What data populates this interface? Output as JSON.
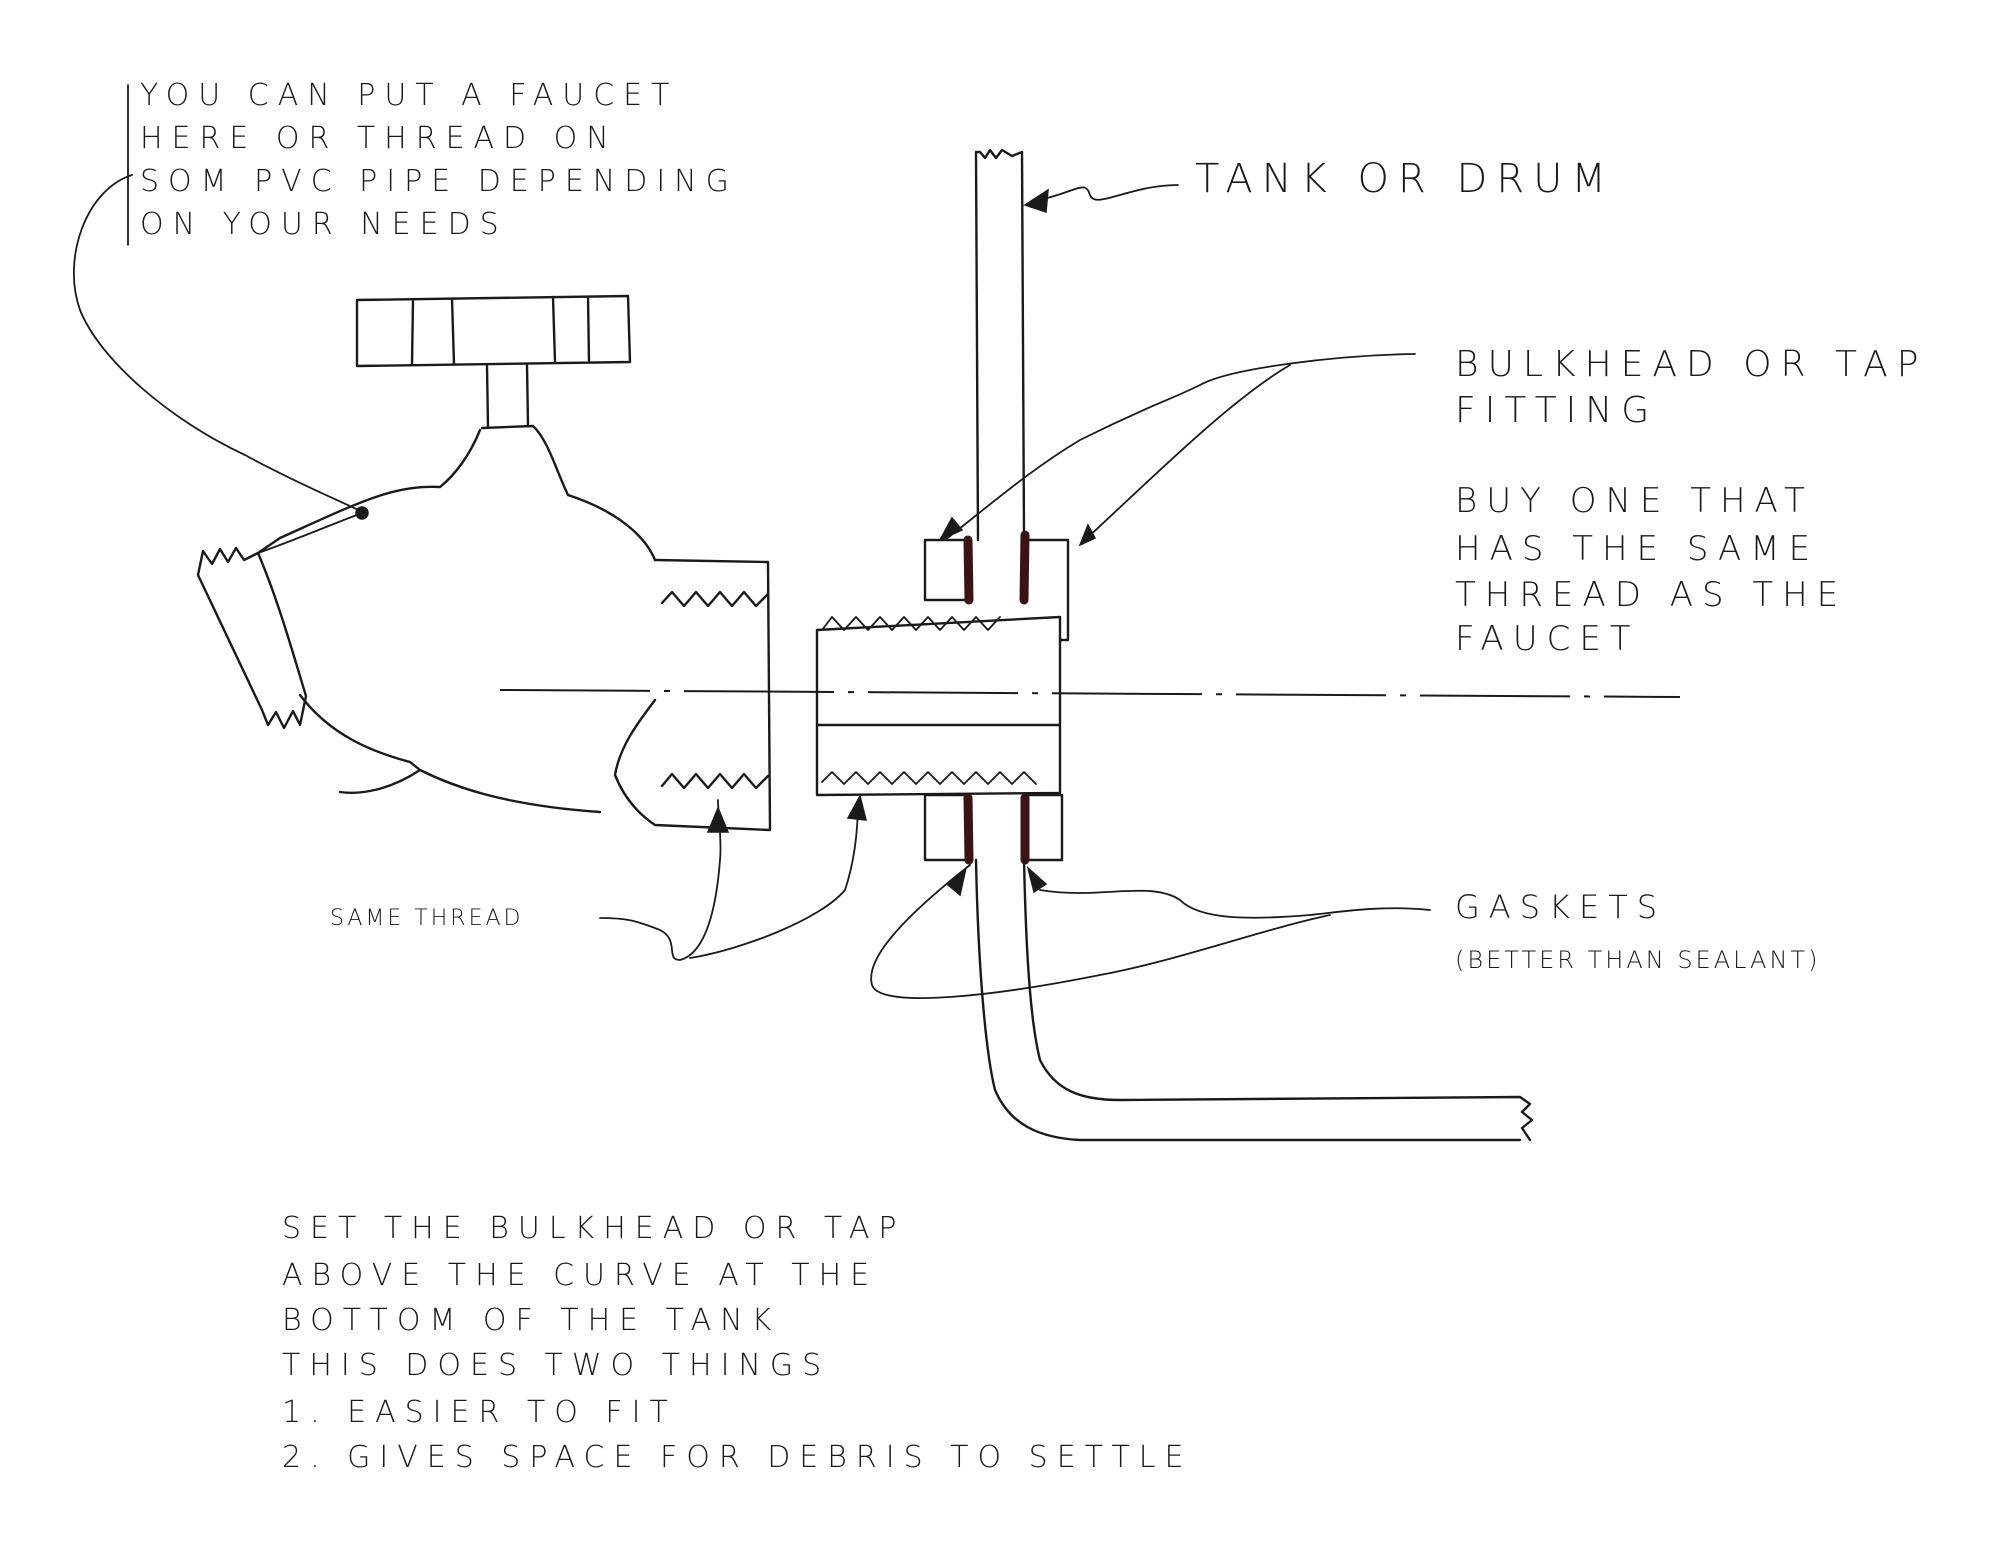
{
  "faucet_note": {
    "line1": "YOU CAN PUT A FAUCET",
    "line2": "HERE OR THREAD ON",
    "line3": "SOM PVC PIPE DEPENDING",
    "line4": "ON YOUR NEEDS"
  },
  "tank_label": "TANK OR DRUM",
  "bulkhead_label": {
    "line1": "BULKHEAD OR TAP",
    "line2": "FITTING"
  },
  "bulkhead_tip": {
    "line1": "BUY ONE THAT",
    "line2": "HAS THE SAME",
    "line3": "THREAD AS THE",
    "line4": "FAUCET"
  },
  "same_thread_label": "SAME THREAD",
  "gaskets_label": {
    "line1": "GASKETS",
    "line2": "(BETTER THAN SEALANT)"
  },
  "instructions": {
    "line1": "SET THE BULKHEAD OR TAP",
    "line2": "ABOVE THE CURVE AT THE",
    "line3": "BOTTOM OF THE TANK",
    "line4": "THIS DOES TWO THINGS",
    "line5": "1. EASIER TO FIT",
    "line6": "2. GIVES SPACE FOR DEBRIS TO SETTLE"
  }
}
